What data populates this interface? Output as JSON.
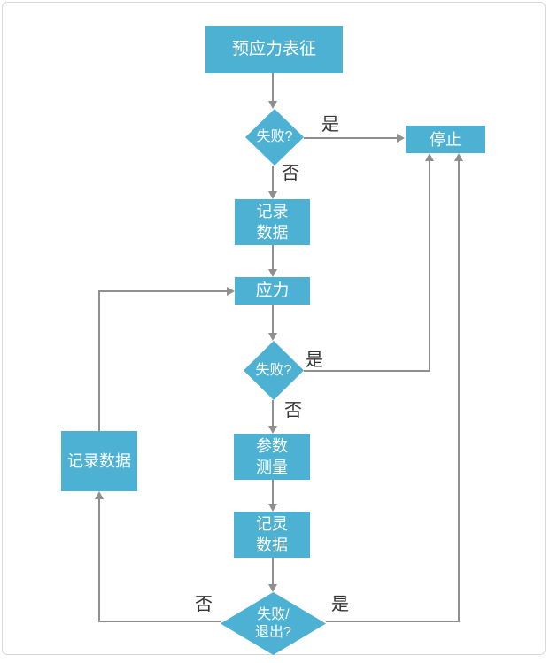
{
  "diagram": {
    "type": "flowchart",
    "colors": {
      "node_fill": "#4db1d3",
      "node_text": "#ffffff",
      "connector_line": "#8f8f8f",
      "edge_label_text": "#333333",
      "frame_border": "#d8d8d8",
      "background": "#ffffff"
    },
    "nodes": {
      "start": {
        "label": "预应力表征",
        "shape": "rectangle"
      },
      "decision1": {
        "label": "失败?",
        "shape": "diamond"
      },
      "stop": {
        "label": "停止",
        "shape": "rectangle"
      },
      "record_data_1": {
        "lines": [
          "记录",
          "数据"
        ],
        "shape": "rectangle"
      },
      "stress": {
        "label": "应力",
        "shape": "rectangle"
      },
      "decision2": {
        "label": "失败?",
        "shape": "diamond"
      },
      "param_measure": {
        "lines": [
          "参数",
          "测量"
        ],
        "shape": "rectangle"
      },
      "record_data_2": {
        "lines": [
          "记灵",
          "数据"
        ],
        "shape": "rectangle"
      },
      "decision3": {
        "lines": [
          "失败/",
          "退出?"
        ],
        "shape": "diamond"
      },
      "record_data_left": {
        "label": "记录数据",
        "shape": "rectangle"
      }
    },
    "edge_labels": {
      "d1_yes": "是",
      "d1_no": "否",
      "d2_yes": "是",
      "d2_no": "否",
      "d3_yes": "是",
      "d3_no": "否"
    }
  }
}
